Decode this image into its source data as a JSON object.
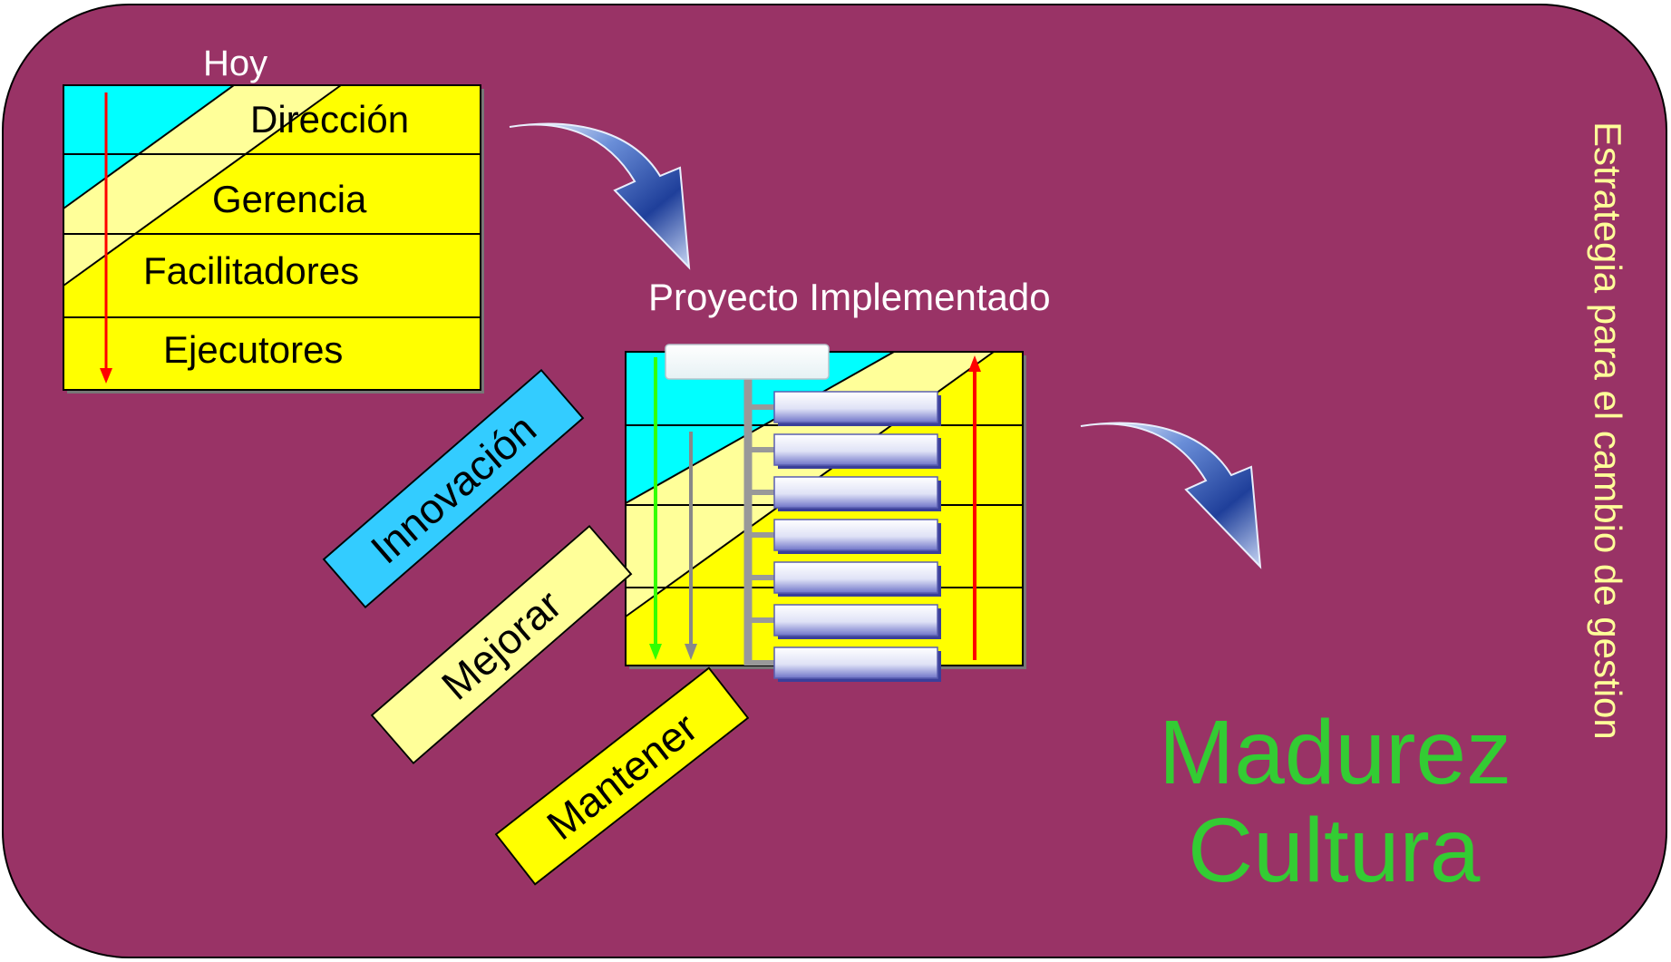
{
  "colors": {
    "background": "#993366",
    "table_yellow": "#ffff00",
    "table_pale_yellow": "#ffff99",
    "table_cyan": "#00ffff",
    "arrow_red": "#ff0000",
    "arrow_green": "#33ff00",
    "arrow_gray": "#888888",
    "vertical_text": "#ffff99",
    "maturity_text": "#33cc33",
    "innovation_box": "#33ccff",
    "improve_box": "#ffff99",
    "maintain_box": "#ffff00"
  },
  "today": {
    "title": "Hoy",
    "levels": [
      "Dirección",
      "Gerencia",
      "Facilitadores",
      "Ejecutores"
    ]
  },
  "project": {
    "title": "Proyecto Implementado",
    "org_chart": {
      "root_icon": "org-root-box-icon",
      "child_count": 7
    }
  },
  "labels": {
    "innovation": "Innovación",
    "improve": "Mejorar",
    "maintain": "Mantener"
  },
  "maturity": {
    "line1": "Madurez",
    "line2": "Cultura"
  },
  "side_title": "Estrategia para el cambio de gestion",
  "icons": {
    "curved_arrow": "curved-arrow-icon"
  }
}
